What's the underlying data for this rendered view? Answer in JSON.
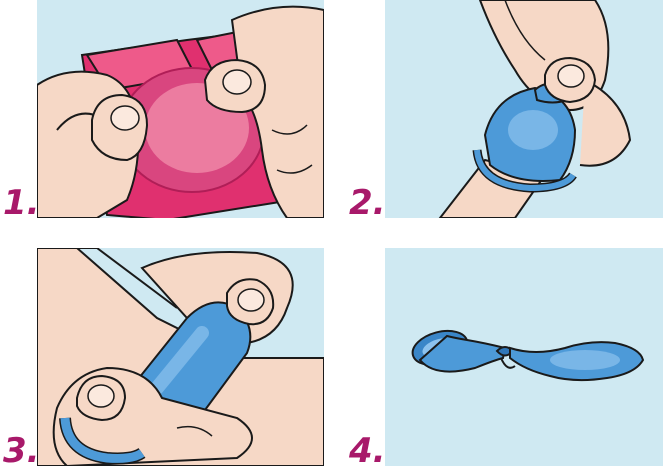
{
  "steps": [
    {
      "number": "1.",
      "description_icon": "open-wrapper-illustration"
    },
    {
      "number": "2.",
      "description_icon": "place-tip-illustration"
    },
    {
      "number": "3.",
      "description_icon": "roll-down-illustration"
    },
    {
      "number": "4.",
      "description_icon": "tied-condom-illustration"
    }
  ],
  "colors": {
    "panel_bg": "#cfe9f2",
    "skin": "#f6d8c6",
    "skin_shadow": "#e9bfa9",
    "wrapper": "#e0306f",
    "wrapper_light": "#f08aa9",
    "condom": "#4d9ad8",
    "condom_light": "#8cc2ee",
    "number_color": "#a8196a",
    "outline": "#1a1a1a"
  }
}
